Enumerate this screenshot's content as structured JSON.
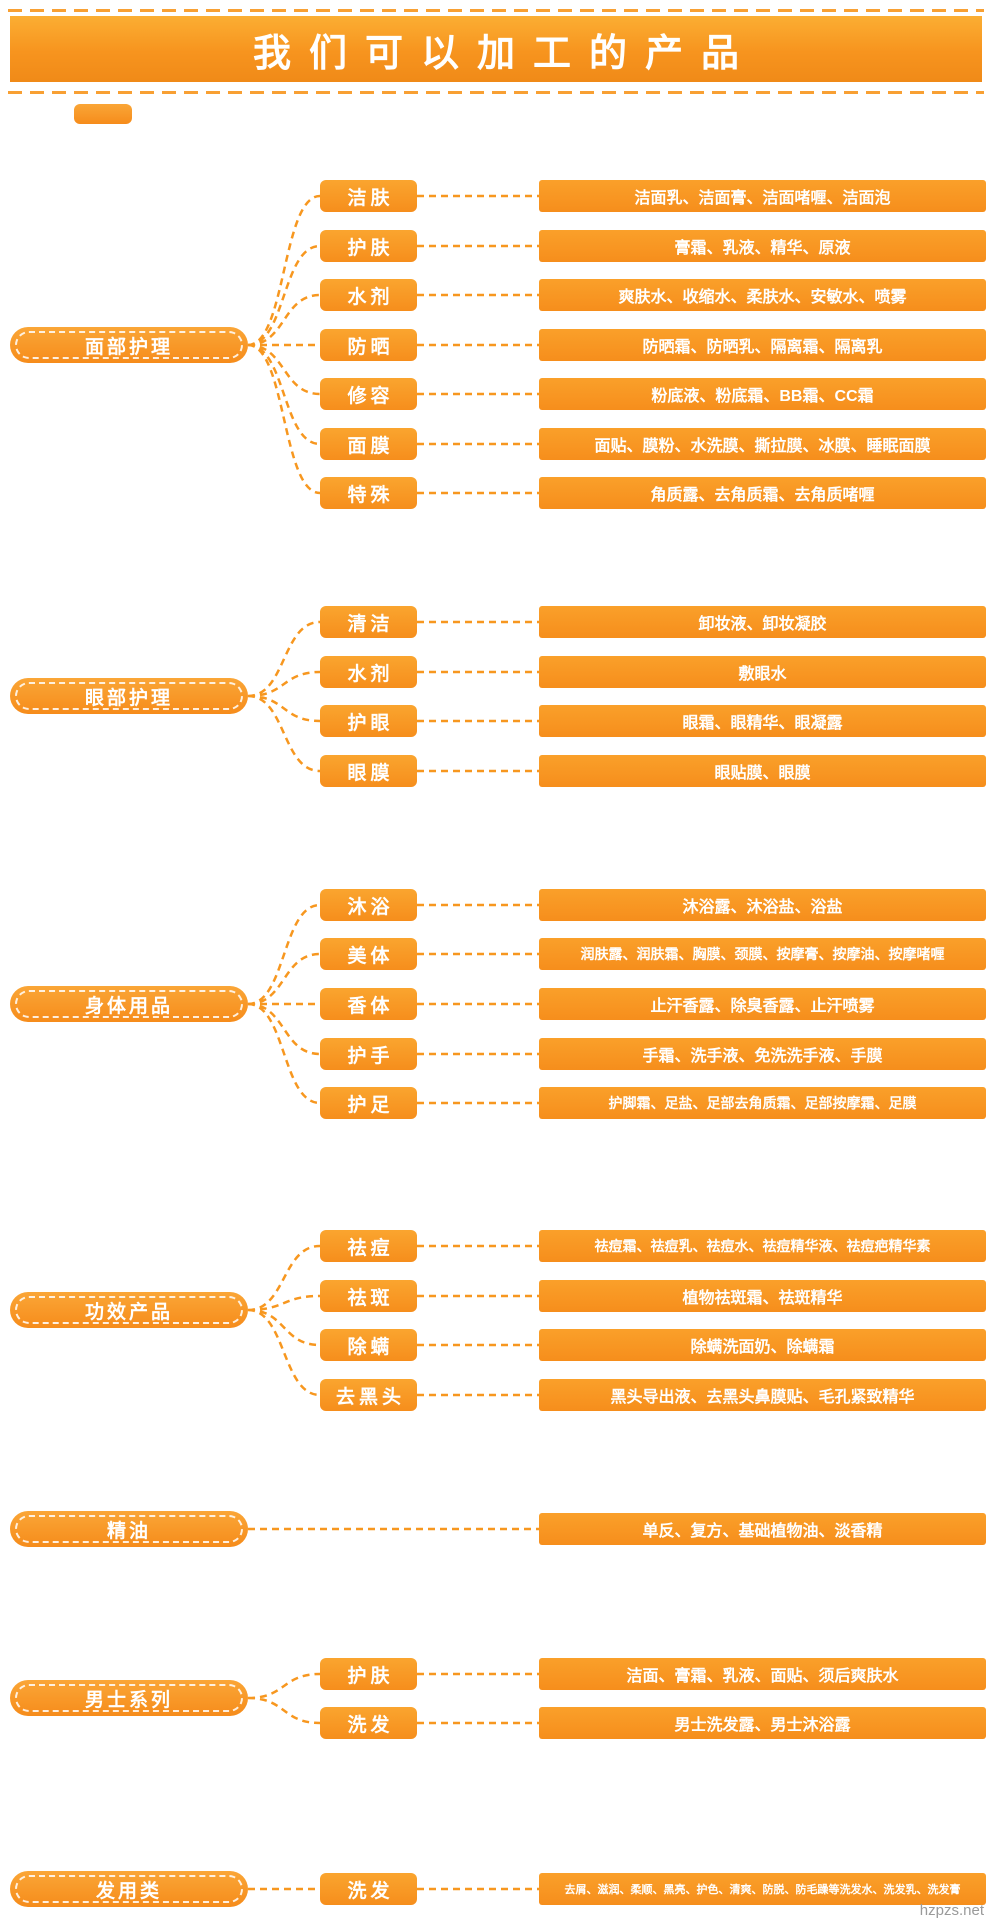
{
  "page": {
    "title": "我们可以加工的产品",
    "watermark": "hzpzs.net"
  },
  "colors": {
    "orange": "#F7941E",
    "banner_top": "#FBAE33",
    "banner_bottom": "#F08A18"
  },
  "groups": [
    {
      "label": "面部护理",
      "rows": [
        {
          "mid": "洁肤",
          "bar": "洁面乳、洁面膏、洁面啫喱、洁面泡"
        },
        {
          "mid": "护肤",
          "bar": "膏霜、乳液、精华、原液"
        },
        {
          "mid": "水剂",
          "bar": "爽肤水、收缩水、柔肤水、安敏水、喷雾"
        },
        {
          "mid": "防晒",
          "bar": "防晒霜、防晒乳、隔离霜、隔离乳"
        },
        {
          "mid": "修容",
          "bar": "粉底液、粉底霜、BB霜、CC霜"
        },
        {
          "mid": "面膜",
          "bar": "面贴、膜粉、水洗膜、撕拉膜、冰膜、睡眠面膜"
        },
        {
          "mid": "特殊",
          "bar": "角质露、去角质霜、去角质啫喱"
        }
      ]
    },
    {
      "label": "眼部护理",
      "rows": [
        {
          "mid": "清洁",
          "bar": "卸妆液、卸妆凝胶"
        },
        {
          "mid": "水剂",
          "bar": "敷眼水"
        },
        {
          "mid": "护眼",
          "bar": "眼霜、眼精华、眼凝露"
        },
        {
          "mid": "眼膜",
          "bar": "眼贴膜、眼膜"
        }
      ]
    },
    {
      "label": "身体用品",
      "rows": [
        {
          "mid": "沐浴",
          "bar": "沐浴露、沐浴盐、浴盐"
        },
        {
          "mid": "美体",
          "bar": "润肤露、润肤霜、胸膜、颈膜、按摩膏、按摩油、按摩啫喱"
        },
        {
          "mid": "香体",
          "bar": "止汗香露、除臭香露、止汗喷雾"
        },
        {
          "mid": "护手",
          "bar": "手霜、洗手液、免洗洗手液、手膜"
        },
        {
          "mid": "护足",
          "bar": "护脚霜、足盐、足部去角质霜、足部按摩霜、足膜"
        }
      ]
    },
    {
      "label": "功效产品",
      "rows": [
        {
          "mid": "祛痘",
          "bar": "祛痘霜、祛痘乳、祛痘水、祛痘精华液、祛痘疤精华素"
        },
        {
          "mid": "祛斑",
          "bar": "植物祛斑霜、祛斑精华"
        },
        {
          "mid": "除螨",
          "bar": "除螨洗面奶、除螨霜"
        },
        {
          "mid": "去黑头",
          "bar": "黑头导出液、去黑头鼻膜贴、毛孔紧致精华"
        }
      ]
    },
    {
      "label": "精油",
      "rows": [
        {
          "bar": "单反、复方、基础植物油、淡香精"
        }
      ]
    },
    {
      "label": "男士系列",
      "rows": [
        {
          "mid": "护肤",
          "bar": "洁面、膏霜、乳液、面贴、须后爽肤水"
        },
        {
          "mid": "洗发",
          "bar": "男士洗发露、男士沐浴露"
        }
      ]
    },
    {
      "label": "发用类",
      "rows": [
        {
          "mid": "洗发",
          "bar": "去屑、滋润、柔顺、黑亮、护色、清爽、防脱、防毛躁等洗发水、洗发乳、洗发膏"
        }
      ]
    }
  ]
}
